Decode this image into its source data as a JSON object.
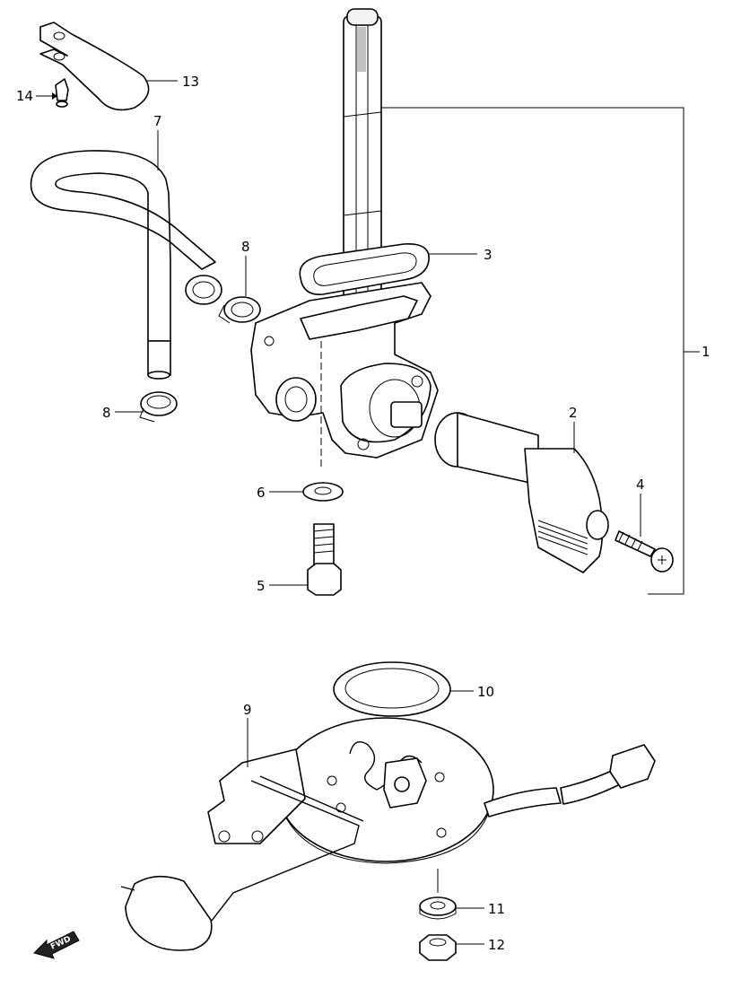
{
  "callouts": [
    "1",
    "2",
    "3",
    "4",
    "5",
    "6",
    "7",
    "8",
    "8",
    "9",
    "10",
    "11",
    "12",
    "13",
    "14"
  ],
  "fwd_label": "FWD",
  "colors": {
    "line": "#000000",
    "background": "#ffffff"
  }
}
